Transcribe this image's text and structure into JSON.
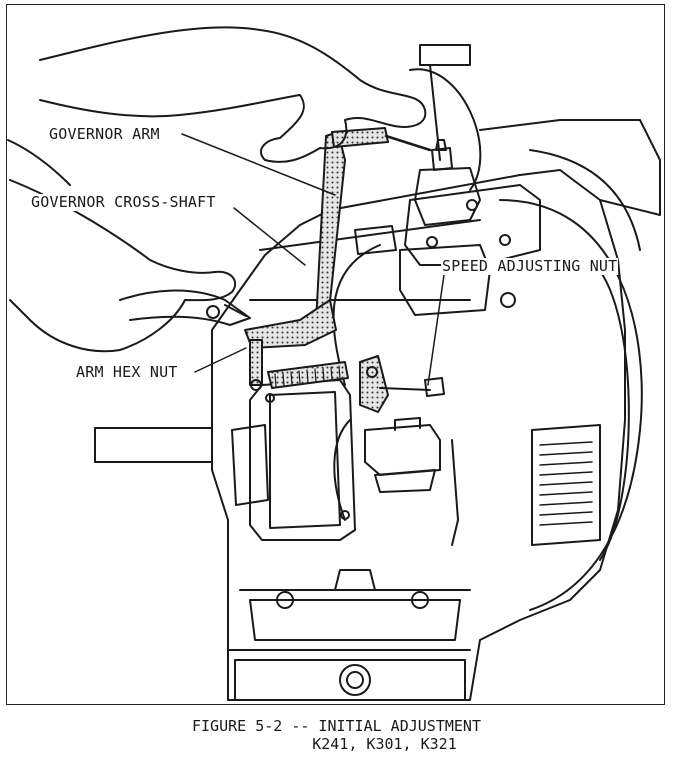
{
  "labels": {
    "governor_arm": "GOVERNOR ARM",
    "governor_cross_shaft": "GOVERNOR CROSS-SHAFT",
    "speed_adjusting_nut": "SPEED ADJUSTING NUT",
    "arm_hex_nut": "ARM HEX NUT"
  },
  "caption": {
    "line1": "FIGURE 5-2 -- INITIAL ADJUSTMENT",
    "line2": "K241, K301, K321"
  }
}
